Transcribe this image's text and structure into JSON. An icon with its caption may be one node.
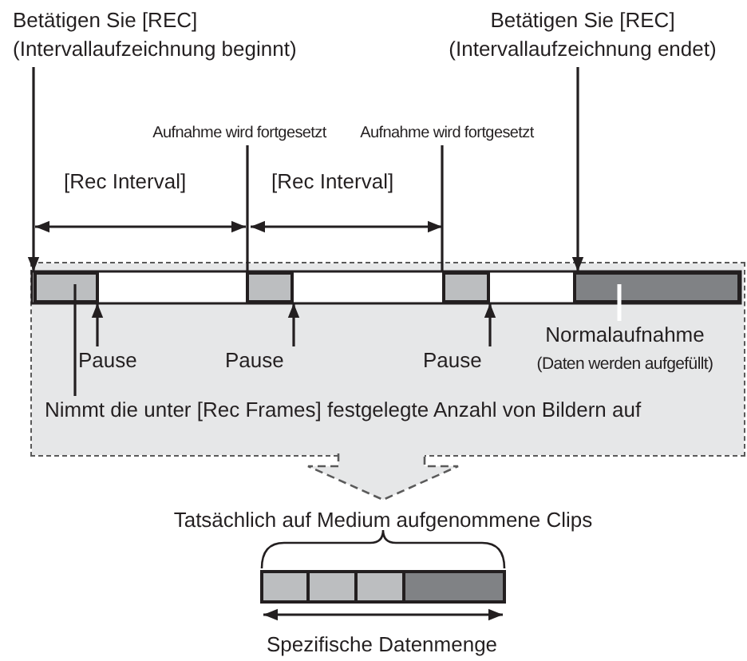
{
  "diagram": {
    "nodes": [
      {
        "text": [
          "Betätigen Sie [REC]",
          "(Intervallaufzeichnung beginnt)"
        ]
      },
      {
        "text": [
          "Betätigen Sie [REC]",
          "(Intervallaufzeichnung endet)"
        ]
      },
      {
        "text": [
          "Aufnahme wird fortgesetzt"
        ]
      },
      {
        "text": [
          "Aufnahme wird fortgesetzt"
        ]
      },
      {
        "text": [],
        "shape": "box"
      },
      {
        "text": [],
        "shape": "bar",
        "in": 4
      },
      {
        "text": [],
        "shape": "bar",
        "in": 4
      },
      {
        "text": [],
        "shape": "bar",
        "in": 4
      },
      {
        "text": [],
        "shape": "bar",
        "in": 4
      },
      {
        "text": [
          "Pause"
        ],
        "in": 4
      },
      {
        "text": [
          "Pause"
        ],
        "in": 4
      },
      {
        "text": [
          "Pause"
        ],
        "in": 4
      },
      {
        "text": [
          "Normalaufnahme",
          "(Daten werden aufgefüllt)"
        ],
        "in": 4
      },
      {
        "text": [
          "Nimmt die unter [Rec Frames] festgelegte Anzahl von Bildern auf"
        ],
        "in": 4
      },
      {
        "text": [
          "Tatsächlich auf Medium aufgenommene Clips"
        ]
      },
      {
        "text": [],
        "shape": "bar"
      }
    ],
    "edges": [
      {
        "from": 0,
        "to": 5,
        "arrow": "to"
      },
      {
        "from": 1,
        "to": 8,
        "arrow": "to"
      },
      {
        "from": 2,
        "to": 6,
        "arrow": "none"
      },
      {
        "from": 3,
        "to": 7,
        "arrow": "none"
      },
      {
        "from": 9,
        "to": 5,
        "arrow": "to"
      },
      {
        "from": 10,
        "to": 6,
        "arrow": "to"
      },
      {
        "from": 11,
        "to": 7,
        "arrow": "to"
      },
      {
        "from": 13,
        "to": 5,
        "arrow": "none"
      },
      {
        "from": 12,
        "to": 8,
        "arrow": "none",
        "color": "#ffffff"
      },
      {
        "from": 4,
        "to": 14,
        "arrow": "to",
        "style": "dashed"
      }
    ],
    "labels": [
      "[Rec Interval]",
      "[Rec Interval]",
      "Spezifische Datenmenge"
    ]
  }
}
